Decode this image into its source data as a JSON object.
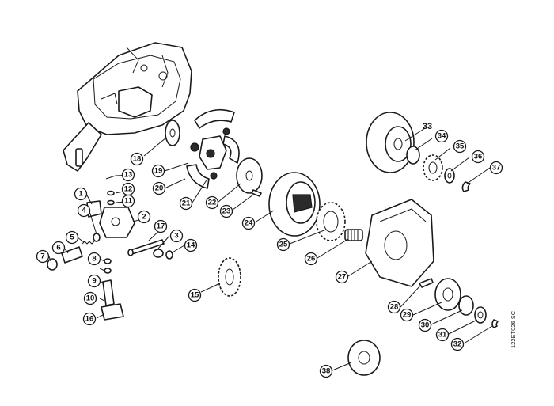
{
  "drawing_code": "122ET026 SC",
  "callouts": [
    "1",
    "2",
    "3",
    "4",
    "5",
    "6",
    "7",
    "8",
    "9",
    "10",
    "11",
    "12",
    "13",
    "14",
    "15",
    "16",
    "17",
    "18",
    "19",
    "20",
    "21",
    "22",
    "23",
    "24",
    "25",
    "26",
    "27",
    "28",
    "29",
    "30",
    "31",
    "32",
    "34",
    "35",
    "36",
    "37",
    "38"
  ],
  "plain_label": "33"
}
